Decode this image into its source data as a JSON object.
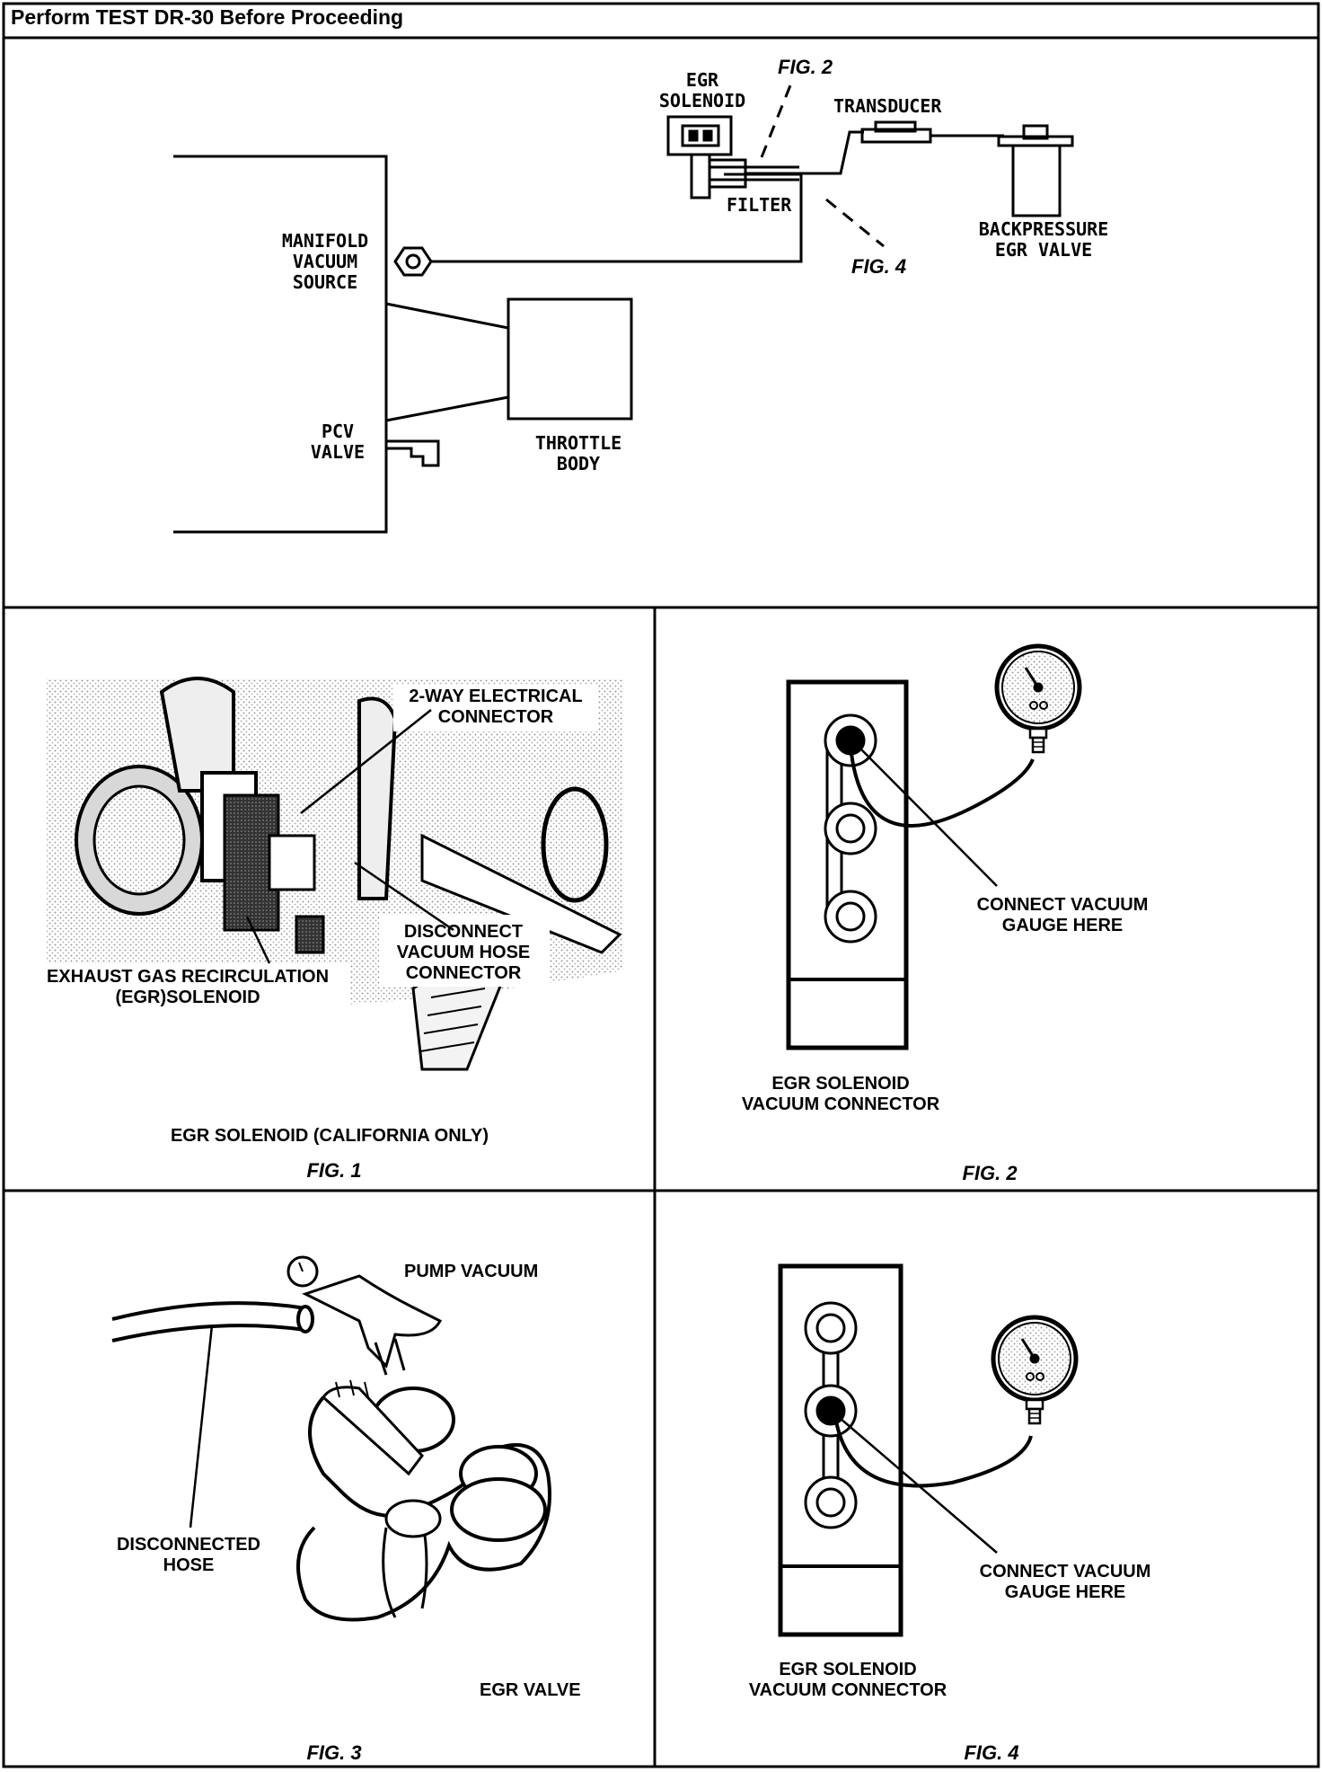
{
  "header": {
    "title": "Perform TEST DR-30 Before Proceeding"
  },
  "schematic": {
    "egr_solenoid": "EGR\nSOLENOID",
    "fig2_ref": "FIG. 2",
    "fig4_ref": "FIG. 4",
    "transducer": "TRANSDUCER",
    "filter": "FILTER",
    "backpressure_egr_valve": "BACKPRESSURE\nEGR VALVE",
    "manifold_vacuum_source": "MANIFOLD\nVACUUM\nSOURCE",
    "pcv_valve": "PCV\nVALVE",
    "throttle_body": "THROTTLE\nBODY"
  },
  "fig1": {
    "connector_label": "2-WAY ELECTRICAL\nCONNECTOR",
    "hose_label": "DISCONNECT\nVACUUM HOSE\nCONNECTOR",
    "solenoid_label": "EXHAUST GAS RECIRCULATION\n(EGR)SOLENOID",
    "caption": "EGR SOLENOID (CALIFORNIA ONLY)",
    "figure": "FIG. 1"
  },
  "fig2": {
    "gauge_label": "CONNECT VACUUM\nGAUGE HERE",
    "connector_label": "EGR SOLENOID\nVACUUM CONNECTOR",
    "figure": "FIG. 2"
  },
  "fig3": {
    "pump_label": "PUMP VACUUM",
    "hose_label": "DISCONNECTED\nHOSE",
    "valve_label": "EGR VALVE",
    "figure": "FIG. 3"
  },
  "fig4": {
    "gauge_label": "CONNECT VACUUM\nGAUGE HERE",
    "connector_label": "EGR SOLENOID\nVACUUM CONNECTOR",
    "figure": "FIG. 4"
  }
}
